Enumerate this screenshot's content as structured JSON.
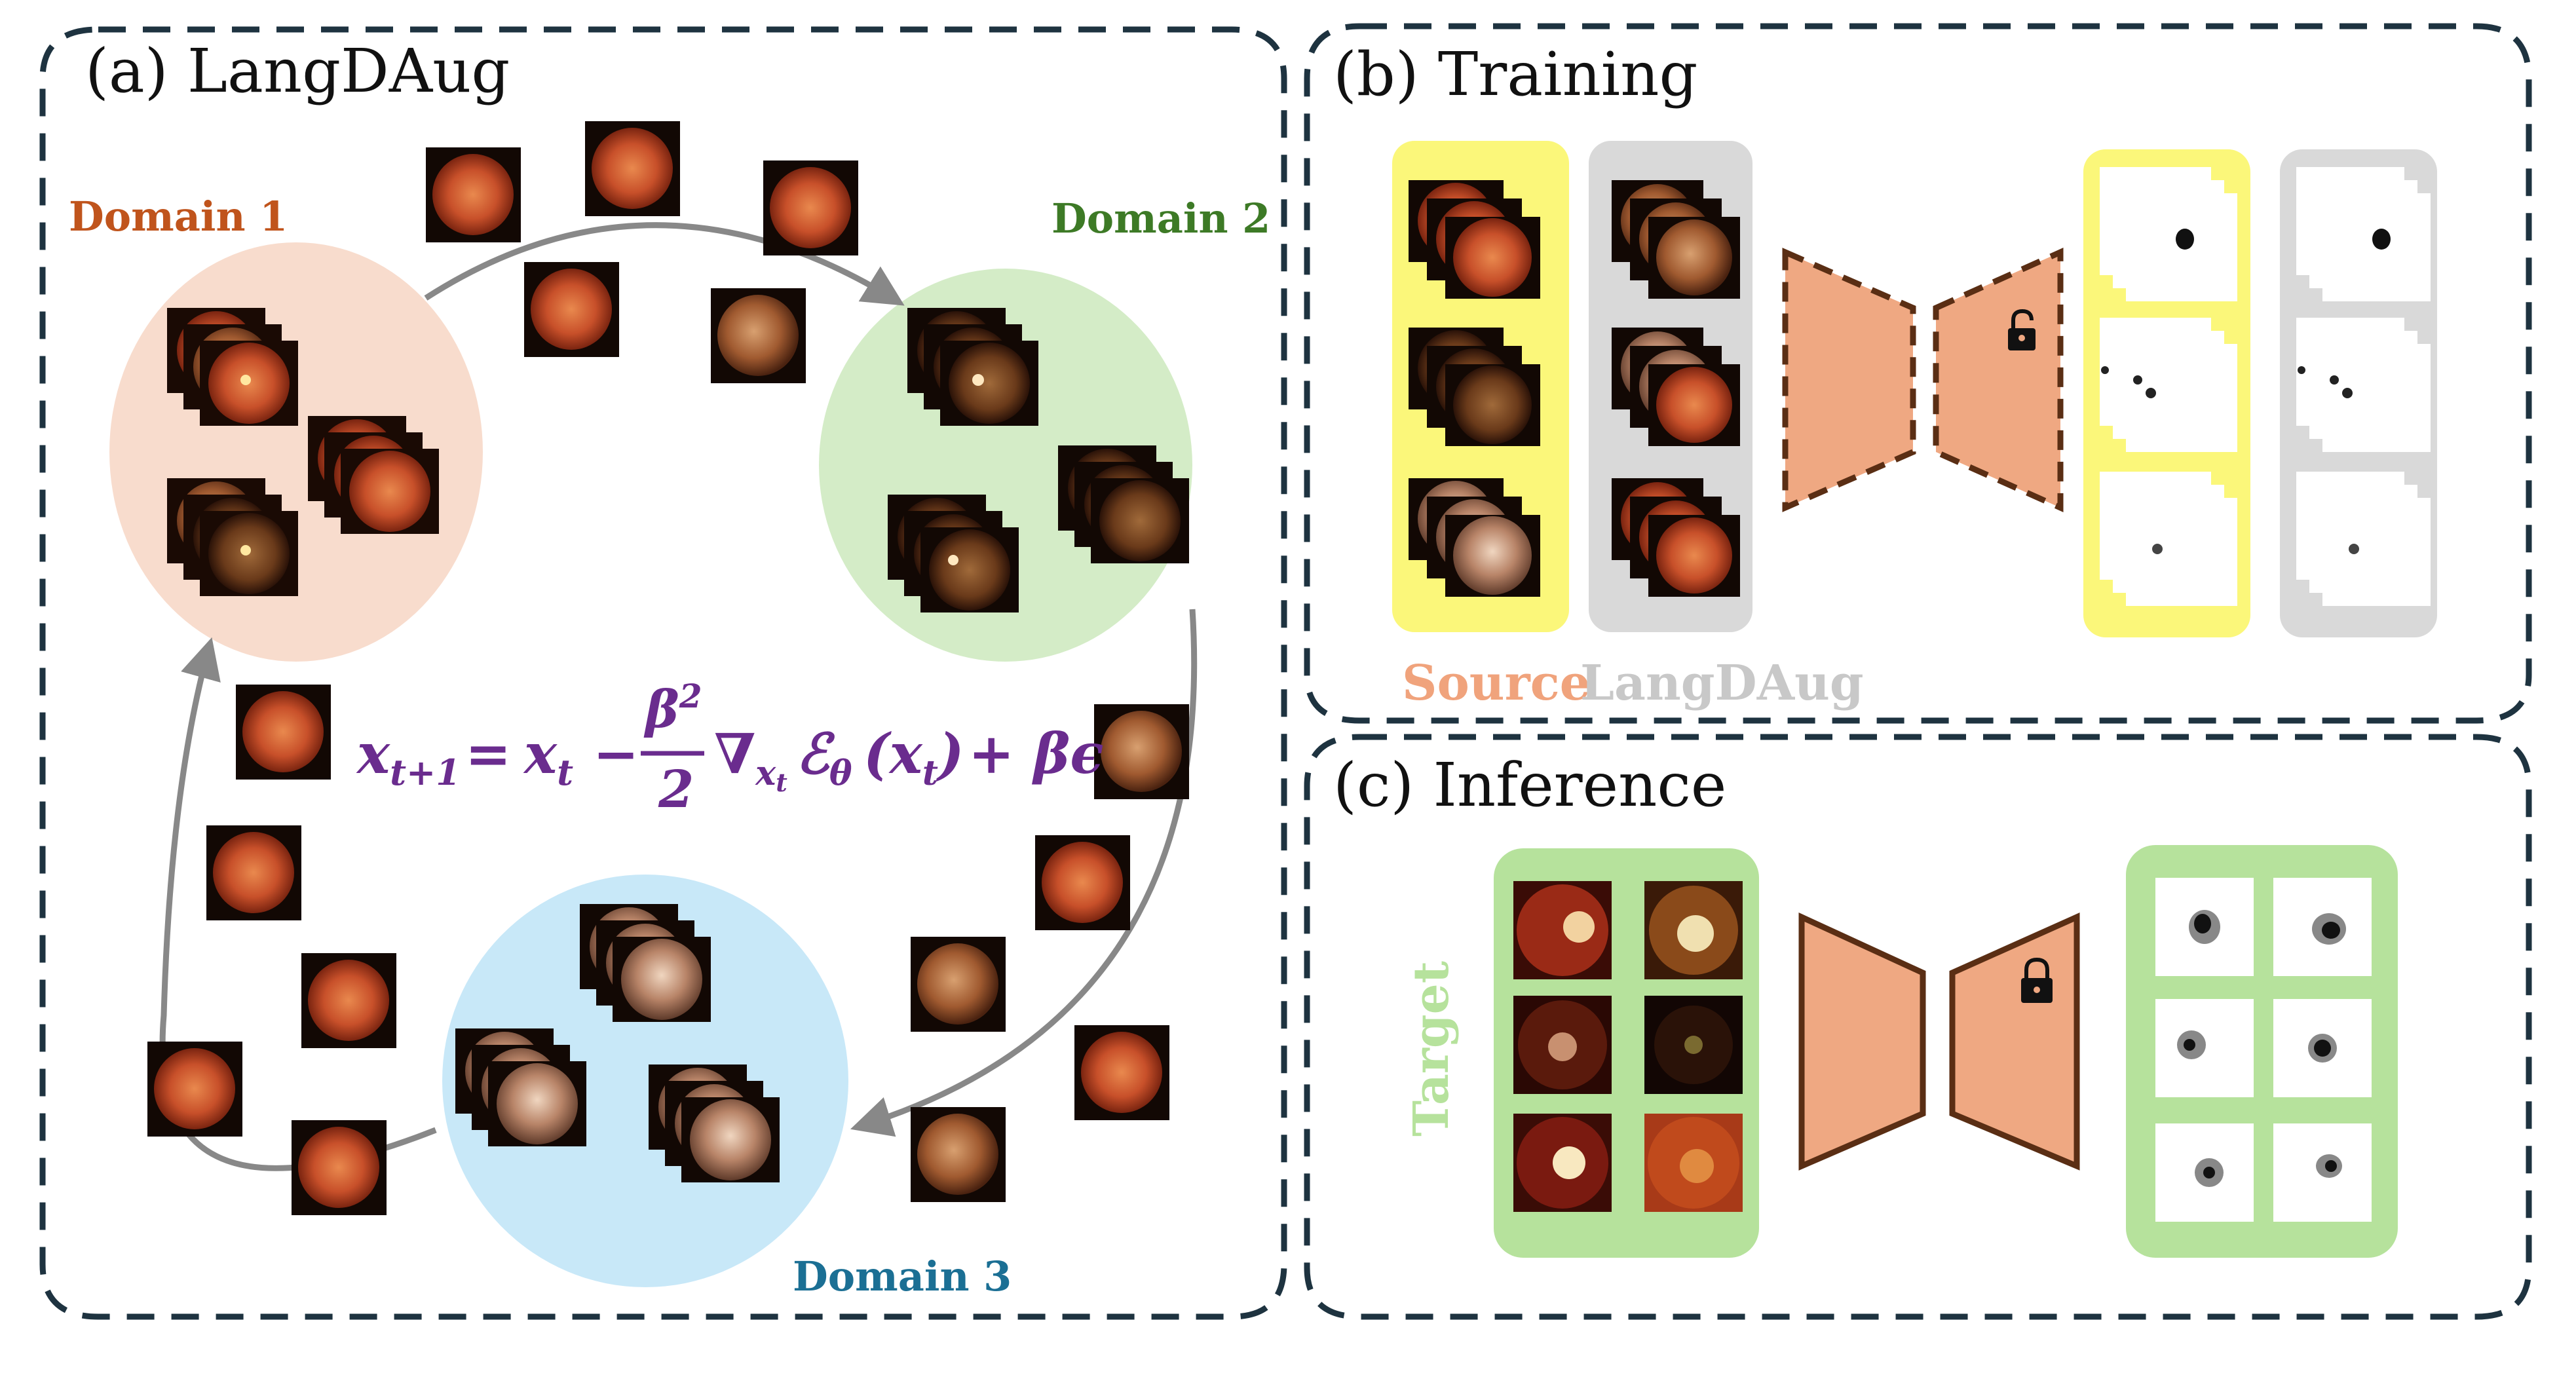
{
  "panels": {
    "a": {
      "title": "(a) LangDAug"
    },
    "b": {
      "title": "(b) Training"
    },
    "c": {
      "title": "(c) Inference"
    }
  },
  "domains": {
    "d1": {
      "label": "Domain 1",
      "color": "#c0541c",
      "fill": "#f8dccd"
    },
    "d2": {
      "label": "Domain 2",
      "color": "#3d7a26",
      "fill": "#d4ecc7"
    },
    "d3": {
      "label": "Domain 3",
      "color": "#1b6f94",
      "fill": "#c8e8f8"
    }
  },
  "equation": {
    "lhs": "x",
    "lhs_sub": "t+1",
    "eq": "=",
    "x": "x",
    "x_sub": "t",
    "minus": "−",
    "frac_num": "β",
    "frac_num_sup": "2",
    "frac_den": "2",
    "nabla": "∇",
    "nabla_sub": "x",
    "nabla_subsub": "t",
    "energy": "ℰ",
    "energy_sub": "θ",
    "energy_arg": "(x",
    "energy_arg_sub": "t",
    "energy_arg_close": ")",
    "plus": "+ βϵ",
    "color": "#6a2c8e"
  },
  "training": {
    "legend_source": "Source",
    "legend_langdaug": "LangDAug",
    "source_color": "#f0a37c",
    "langdaug_color": "#c8c8c8",
    "source_bg": "#fbf77a",
    "langdaug_bg": "#d9d9d9",
    "model_fill": "#efa882",
    "model_stroke": "#5a2e14"
  },
  "inference": {
    "target_label": "Target",
    "target_color": "#b6e29c",
    "panel_bg": "#b6e29c"
  },
  "colors": {
    "border": "#1e3340",
    "arrow": "#888888"
  }
}
